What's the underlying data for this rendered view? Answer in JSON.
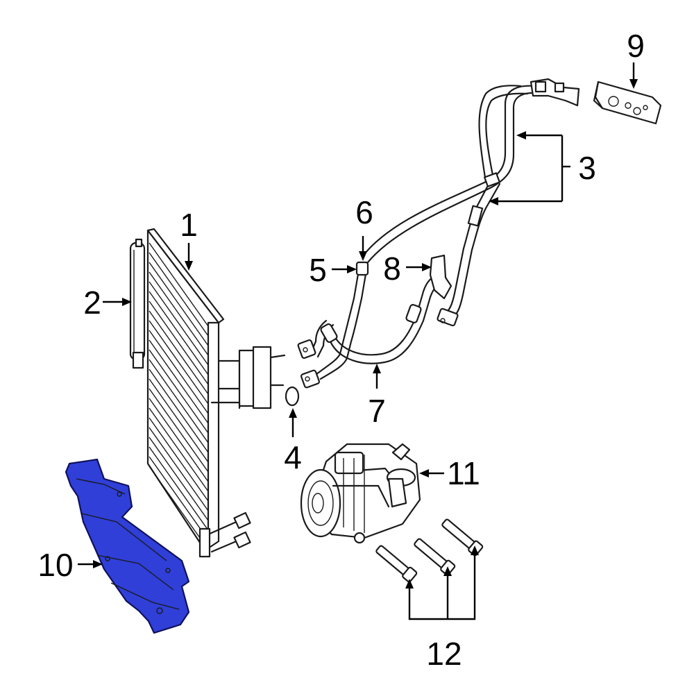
{
  "highlight_color": "#2f3fd8",
  "callouts": {
    "c1": "1",
    "c2": "2",
    "c3": "3",
    "c4": "4",
    "c5": "5",
    "c6": "6",
    "c7": "7",
    "c8": "8",
    "c9": "9",
    "c10": "10",
    "c11": "11",
    "c12": "12"
  }
}
